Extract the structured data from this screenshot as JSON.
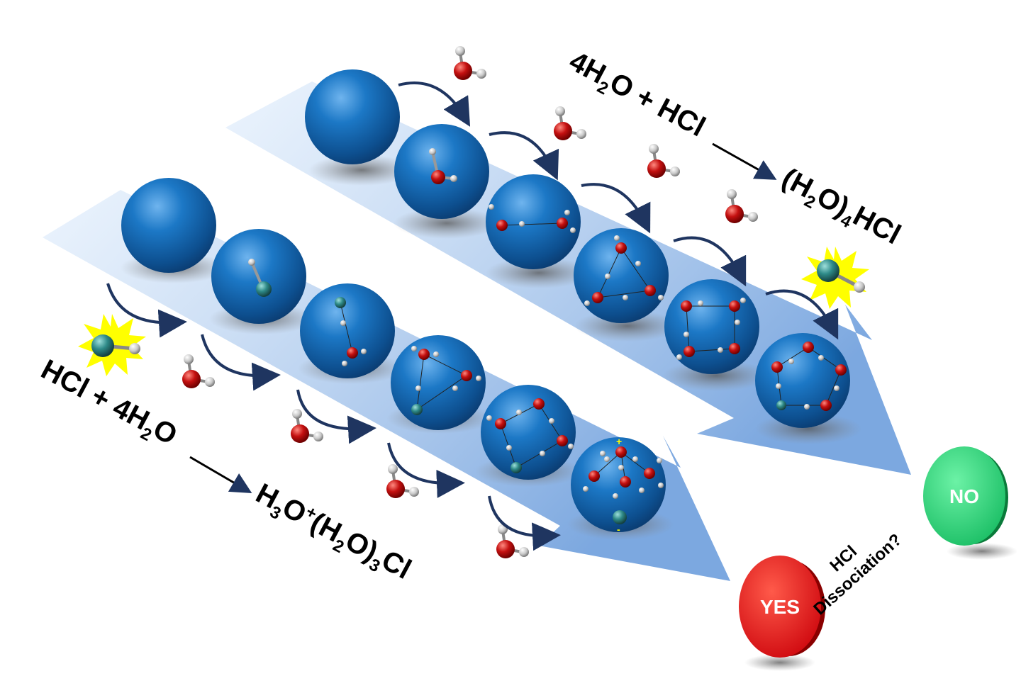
{
  "colors": {
    "band": "#7aa9e3",
    "sphere": "#1a73c0",
    "oxygen": "#c41010",
    "hydrogen": "#d6d6d6",
    "chlorine": "#2e8a88",
    "burst": "#ffff00",
    "yes": "#e8141a",
    "no": "#2cd67a"
  },
  "equations": {
    "bottom_reactants": {
      "a": "HCl + 4H",
      "sub": "2",
      "b": "O"
    },
    "bottom_product": {
      "a": "H",
      "sub1": "3",
      "b": "O",
      "sup": "+",
      "c": "(H",
      "sub2": "2",
      "d": "O)",
      "sub3": "3",
      "e": "Cl"
    },
    "top_reactants": {
      "a": "4H",
      "sub": "2",
      "b": "O + HCl"
    },
    "top_product": {
      "a": "(H",
      "sub1": "2",
      "b": "O)",
      "sub2": "4",
      "c": "HCl"
    }
  },
  "decision": {
    "question_line1": "HCl",
    "question_line2": "Dissociation?",
    "yes_label": "YES",
    "no_label": "NO"
  },
  "charges": {
    "plus": "+",
    "minus": "-"
  },
  "icons": [
    "water-molecule-icon",
    "hcl-molecule-icon",
    "burst-icon",
    "curved-arrow-icon"
  ]
}
